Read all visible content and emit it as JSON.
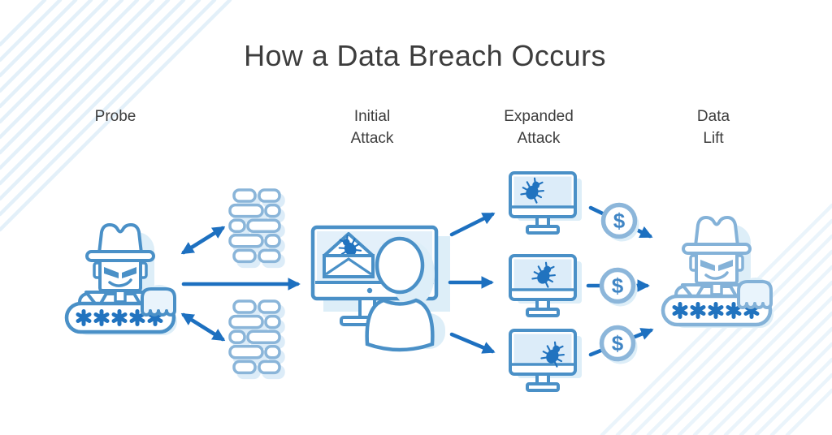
{
  "title": "How a Data Breach Occurs",
  "stages": [
    {
      "id": "probe",
      "label": "Probe"
    },
    {
      "id": "initial-attack",
      "label": "Initial\nAttack"
    },
    {
      "id": "expanded-attack",
      "label": "Expanded\nAttack"
    },
    {
      "id": "data-lift",
      "label": "Data\nLift"
    }
  ],
  "diagram": {
    "dollar_glyph": "$",
    "attacker_password_mask": "*****",
    "firewall_walls": 2,
    "infected_monitors": 3,
    "money_coins": 3,
    "icons": {
      "attacker": "hacker-spy-password-icon",
      "firewall": "brick-wall-icon",
      "victim_computer": "monitor-envelope-bug-person-icon",
      "infected_computer": "monitor-bug-icon",
      "money": "dollar-coin-icon",
      "flow": "arrow-icon"
    }
  },
  "colors": {
    "text": "#3d3d3d",
    "outline_blue": "#4a90c7",
    "outline_blue_light": "#84b2d8",
    "wall_blue": "#8ab5d9",
    "arrow_blue": "#1d70c0",
    "bug_blue": "#2173bf",
    "light_fill": "#ddeef8",
    "screen_fill": "#dcecf9",
    "coin_ring": "#8cb6da",
    "background": "#ffffff"
  }
}
